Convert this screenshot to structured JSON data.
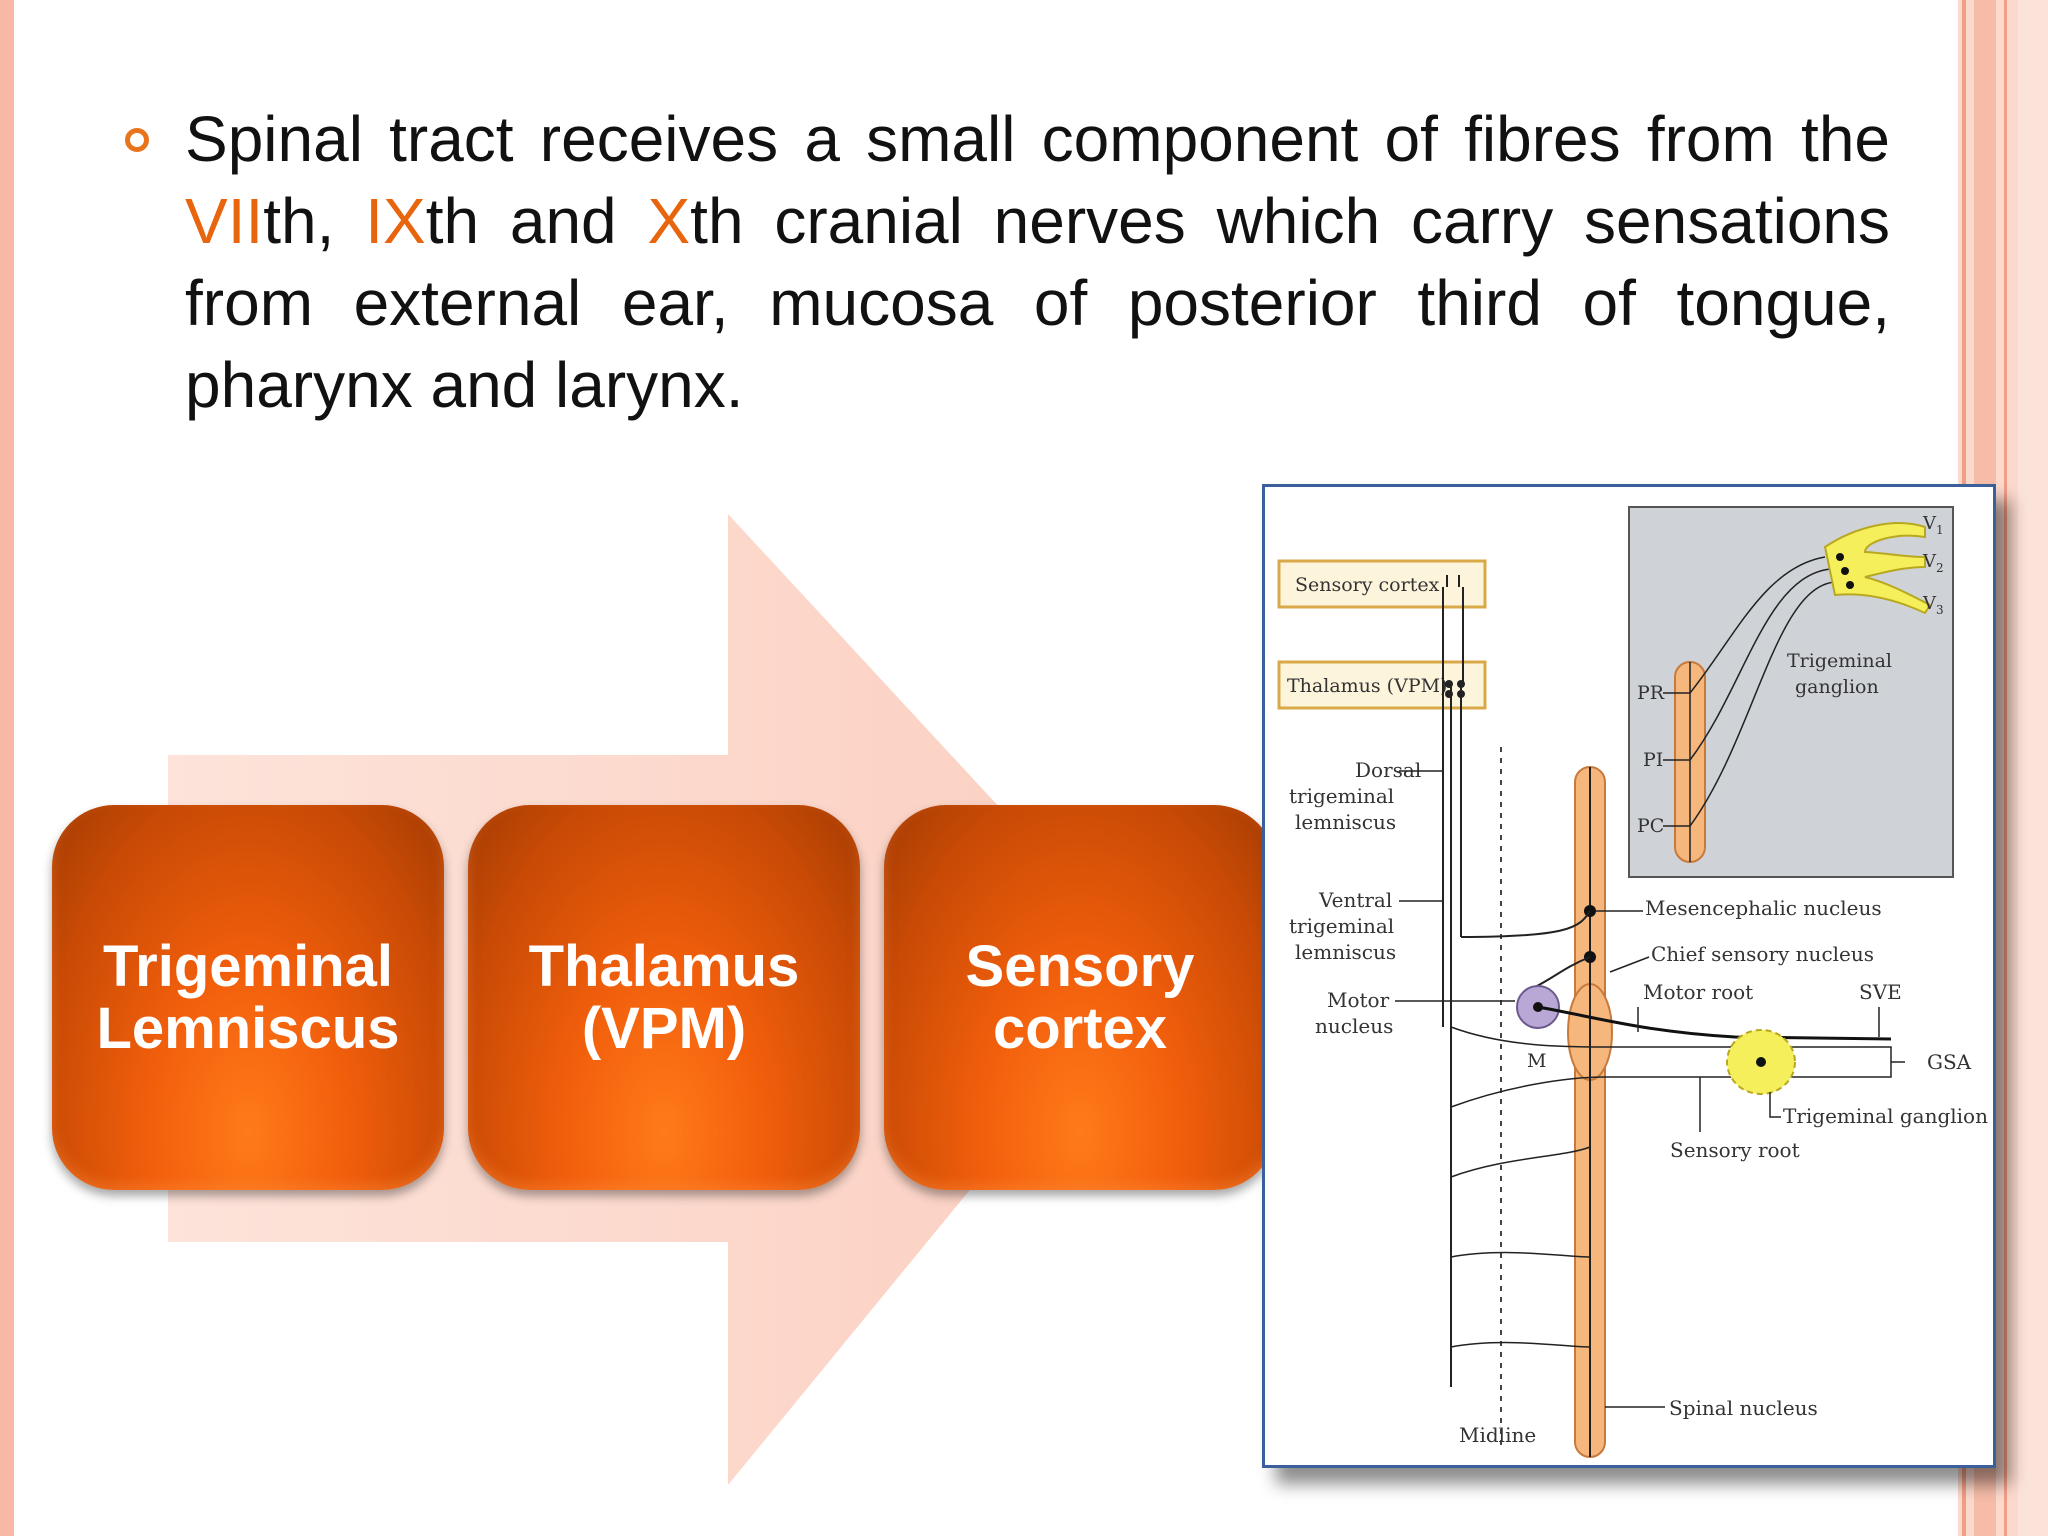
{
  "slide": {
    "paragraph_parts": [
      "Spinal tract receives a small component of fibres from the ",
      "VII",
      "th, ",
      "IX",
      "th and ",
      "X",
      "th cranial nerves which carry sensations from external ear, mucosa of posterior third of tongue, pharynx and larynx."
    ],
    "highlight_color": "#e8650e",
    "boxes": [
      {
        "line1": "Trigeminal",
        "line2": "Lemniscus"
      },
      {
        "line1": "Thalamus",
        "line2": "(VPM)"
      },
      {
        "line1": "Sensory",
        "line2": "cortex"
      }
    ]
  },
  "figure": {
    "labels": {
      "sensory_cortex": "Sensory cortex",
      "thalamus": "Thalamus (VPM)",
      "dorsal": [
        "Dorsal",
        "trigeminal",
        "lemniscus"
      ],
      "ventral": [
        "Ventral",
        "trigeminal",
        "lemniscus"
      ],
      "motor": [
        "Motor",
        "nucleus"
      ],
      "m": "M",
      "midline": "Midline",
      "pr": "PR",
      "pi": "PI",
      "pc": "PC",
      "v1": "V",
      "v2": "V",
      "v3": "V",
      "sub1": "1",
      "sub2": "2",
      "sub3": "3",
      "trig_ganglion_inset": [
        "Trigeminal",
        "ganglion"
      ],
      "mesencephalic": "Mesencephalic nucleus",
      "chief": "Chief sensory nucleus",
      "motor_root": "Motor root",
      "sve": "SVE",
      "gsa": "GSA",
      "trig_ganglion": "Trigeminal ganglion",
      "sensory_root": "Sensory root",
      "spinal_nucleus": "Spinal nucleus"
    }
  }
}
